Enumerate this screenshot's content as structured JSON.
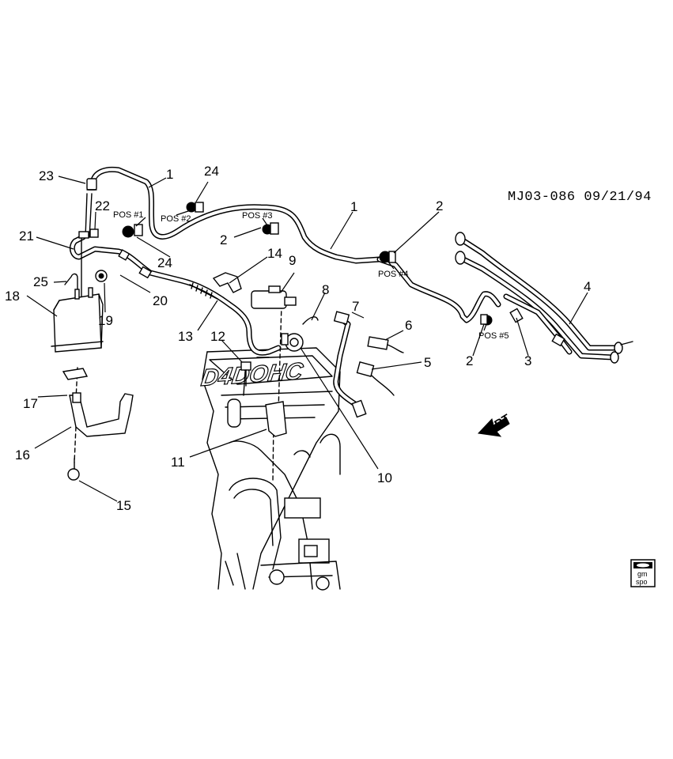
{
  "diagram": {
    "reference": "MJ03-086 09/21/94",
    "direction_label": "FRT",
    "engine_badge": "D4DOHC",
    "logo_line1": "gm",
    "logo_line2": "spo",
    "positions": {
      "pos1": "POS #1",
      "pos2": "POS #2",
      "pos3": "POS #3",
      "pos4": "POS #4",
      "pos5": "POS #5"
    },
    "callouts": {
      "c1a": "1",
      "c1b": "1",
      "c2a": "2",
      "c2b": "2",
      "c2c": "2",
      "c3": "3",
      "c4": "4",
      "c5": "5",
      "c6": "6",
      "c7": "7",
      "c8": "8",
      "c9": "9",
      "c10": "10",
      "c11": "11",
      "c12": "12",
      "c13": "13",
      "c14": "14",
      "c15": "15",
      "c16": "16",
      "c17": "17",
      "c18": "18",
      "c19": "19",
      "c20": "20",
      "c21": "21",
      "c22": "22",
      "c23": "23",
      "c24a": "24",
      "c24b": "24",
      "c25": "25"
    },
    "colors": {
      "ink": "#000000",
      "paper": "#ffffff"
    }
  }
}
